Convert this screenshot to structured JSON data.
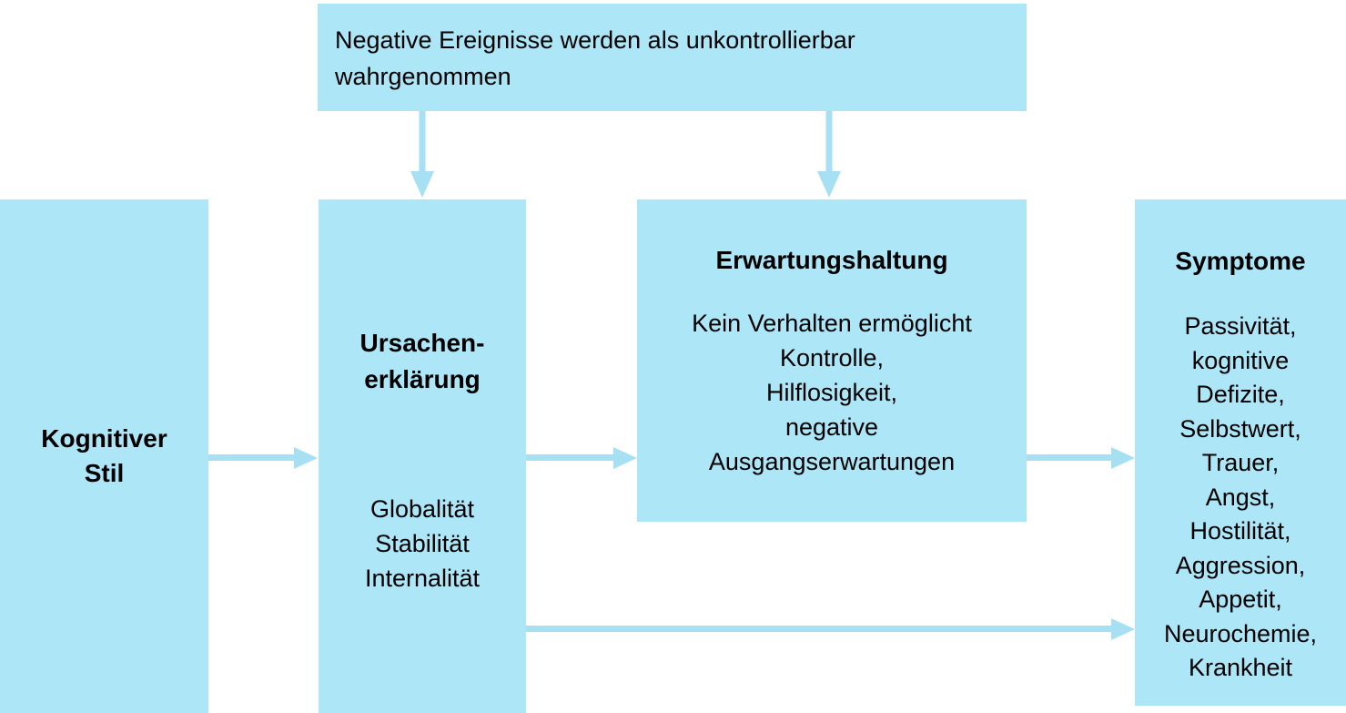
{
  "colors": {
    "box-fill": "#ace6f7",
    "arrow-fill": "#a7e0f3",
    "text-color": "#000000",
    "bg": "#ffffff"
  },
  "diagram": {
    "top_box": {
      "lines": [
        "Negative Ereignisse werden als unkontrollierbar",
        "wahrgenommen"
      ]
    },
    "cognitive_style": {
      "title_lines": [
        "Kognitiver",
        "Stil"
      ]
    },
    "causal_explanation": {
      "title_lines": [
        "Ursachen-",
        "erklärung"
      ],
      "body_lines": [
        "Globalität",
        "Stabilität",
        "Internalität"
      ]
    },
    "expectation": {
      "title": "Erwartungshaltung",
      "body_lines": [
        "Kein Verhalten ermöglicht",
        "Kontrolle,",
        "Hilflosigkeit,",
        "negative",
        "Ausgangserwartungen"
      ]
    },
    "symptoms": {
      "title": "Symptome",
      "body_lines": [
        "Passivität,",
        "kognitive",
        "Defizite,",
        "Selbstwert,",
        "Trauer,",
        "Angst,",
        "Hostilität,",
        "Aggression,",
        "Appetit,",
        "Neurochemie,",
        "Krankheit"
      ]
    }
  }
}
